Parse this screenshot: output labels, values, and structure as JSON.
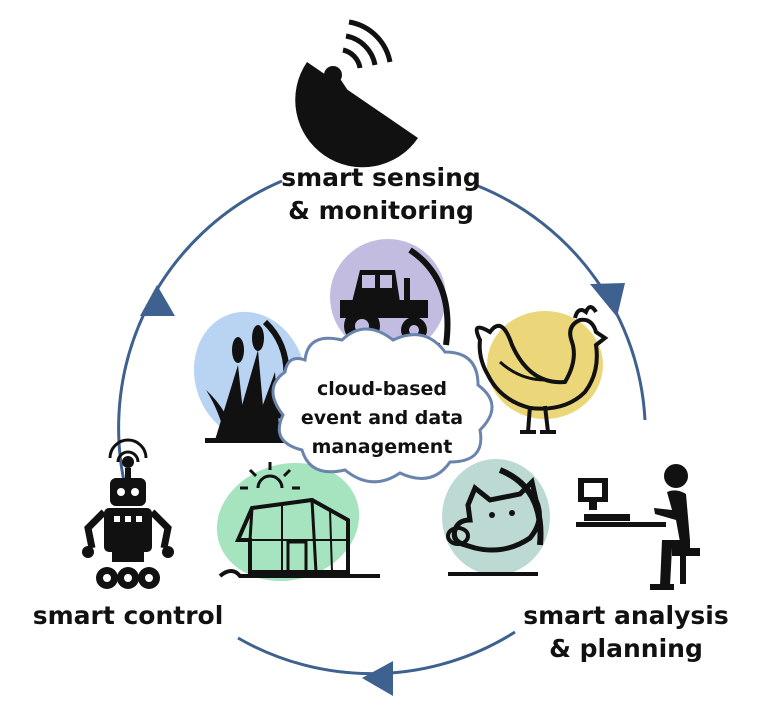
{
  "stages": {
    "sensing": {
      "line1": "smart sensing",
      "line2": "& monitoring"
    },
    "analysis": {
      "line1": "smart analysis",
      "line2": "& planning"
    },
    "control": {
      "line1": "smart control"
    }
  },
  "center": {
    "line1": "cloud-based",
    "line2": "event and data",
    "line3": "management"
  },
  "domains": [
    "crops-icon",
    "tractor-icon",
    "rooster-icon",
    "pig-icon",
    "greenhouse-icon"
  ],
  "icons": [
    "satellite-dish-icon",
    "person-at-computer-icon",
    "robot-icon"
  ],
  "colors": {
    "cycle": "#3f6190",
    "crops": "#b9d3f2",
    "tractor": "#c2bde0",
    "rooster": "#ecd67a",
    "pig": "#bcdad3",
    "greenhouse": "#a6e3bf",
    "ink": "#111111"
  }
}
